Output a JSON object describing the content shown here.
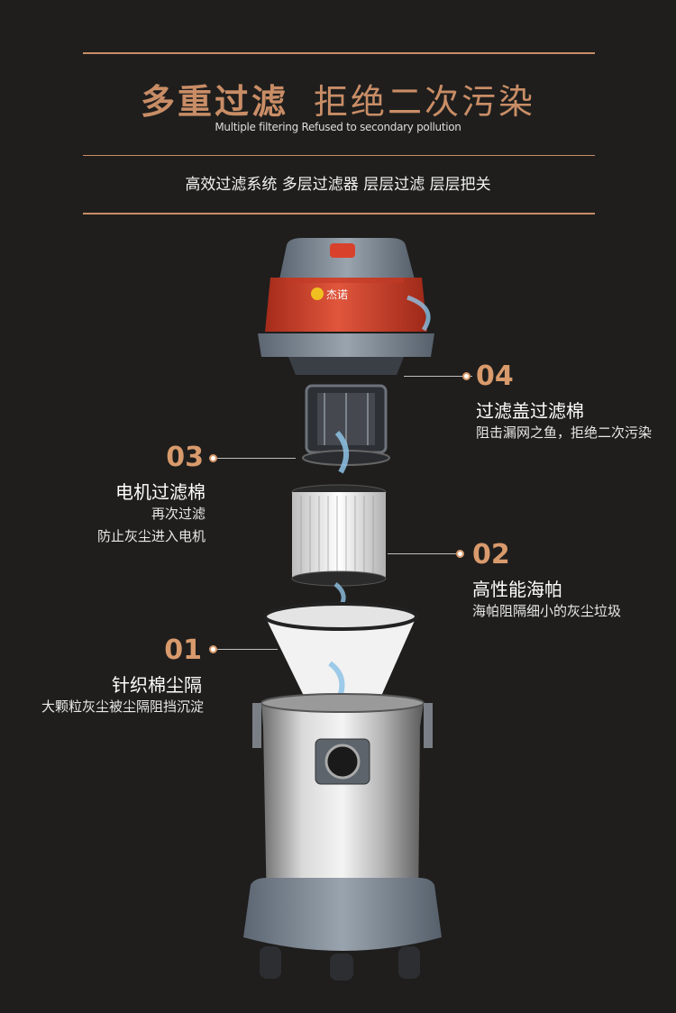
{
  "header": {
    "title_a": "多重过滤",
    "title_b": "拒绝二次污染",
    "subtitle": "Multiple filtering Refused to secondary pollution",
    "tagline": "高效过滤系统 多层过滤器 层层过滤 层层把关"
  },
  "brand_logo_text": "杰诺",
  "callouts": [
    {
      "number": "04",
      "title": "过滤盖过滤棉",
      "desc": [
        "阻击漏网之鱼，拒绝二次污染"
      ]
    },
    {
      "number": "03",
      "title": "电机过滤棉",
      "desc": [
        "再次过滤",
        "防止灰尘进入电机"
      ]
    },
    {
      "number": "02",
      "title": "高性能海帕",
      "desc": [
        "海帕阻隔细小的灰尘垃圾"
      ]
    },
    {
      "number": "01",
      "title": "针织棉尘隔",
      "desc": [
        "大颗粒灰尘被尘隔阻挡沉淀"
      ]
    }
  ],
  "colors": {
    "accent": "#d99a6c",
    "background": "#1f1e1d",
    "head_red": "#d0402a"
  }
}
